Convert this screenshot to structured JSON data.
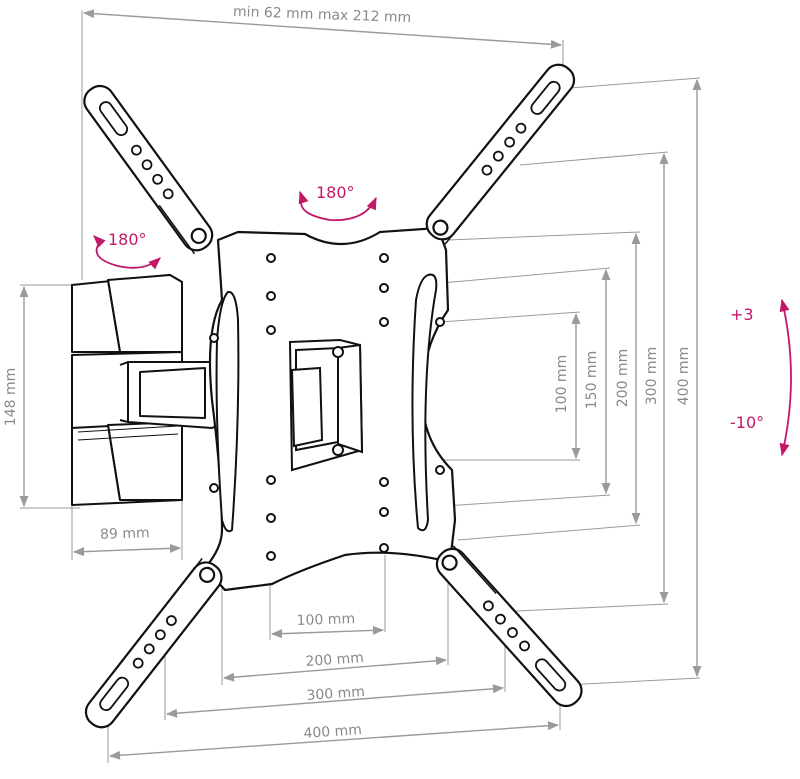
{
  "colors": {
    "outline": "#111111",
    "dimension": "#9a9a9a",
    "dimension_text": "#8a8a8a",
    "rotation_accent": "#c2186a",
    "bracket_fill": "#ffffff",
    "arm_fill": "#ffffff"
  },
  "dimensions": {
    "depth_range": "min 62 mm max 212 mm",
    "wall_plate_height": "148 mm",
    "wall_plate_width": "89 mm",
    "horizontal": [
      "100 mm",
      "200 mm",
      "300 mm",
      "400 mm"
    ],
    "vertical": [
      "100 mm",
      "150 mm",
      "200 mm",
      "300 mm",
      "400 mm"
    ]
  },
  "rotations": {
    "swivel_wall": "180°",
    "swivel_center": "180°",
    "tilt_up": "+3",
    "tilt_down": "-10°"
  }
}
